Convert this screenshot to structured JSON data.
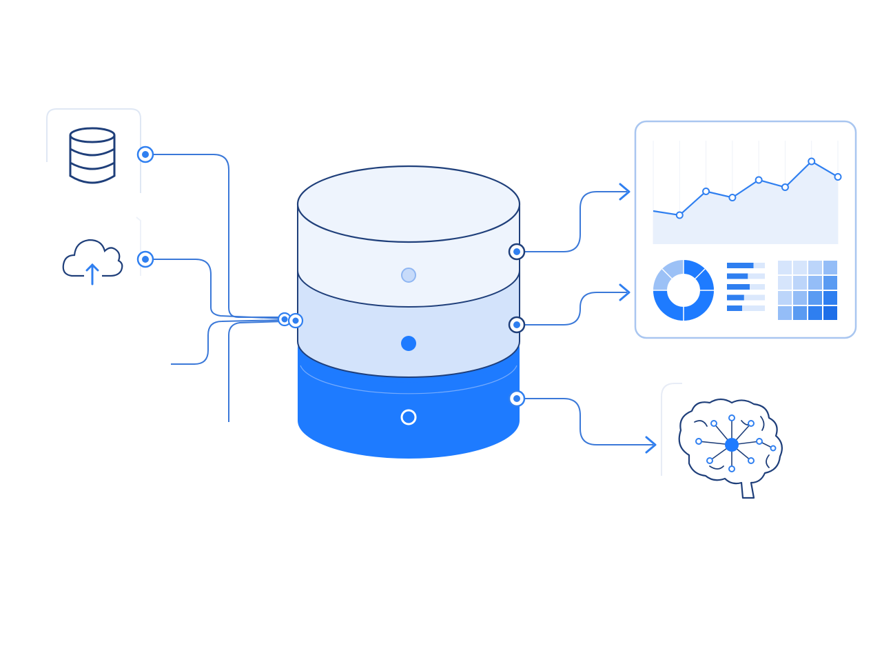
{
  "colors": {
    "line": "#3a78d8",
    "navy": "#1f3f7a",
    "accent": "#2f7ff0",
    "bright": "#1e7bff",
    "layer_top": "#eef4fd",
    "layer_mid": "#d3e3fb",
    "panel_border": "#a9c6f0",
    "panel_fill": "#ffffff",
    "chart_fill": "#e8f0fc"
  },
  "icons": {
    "source_database": "database-icon",
    "source_cloud": "cloud-upload-icon",
    "central_store": "data-warehouse-icon",
    "analytics": "dashboard-icon",
    "ai": "brain-network-icon"
  },
  "chart_data": {
    "type": "line",
    "x": [
      1,
      2,
      3,
      4,
      5,
      6,
      7,
      8
    ],
    "values": [
      32,
      28,
      51,
      45,
      62,
      55,
      80,
      65
    ],
    "ylim": [
      0,
      100
    ],
    "grid": true
  },
  "donut": {
    "filled_fraction": 0.75
  },
  "bars": [
    0.7,
    0.55,
    0.6,
    0.45,
    0.4
  ]
}
